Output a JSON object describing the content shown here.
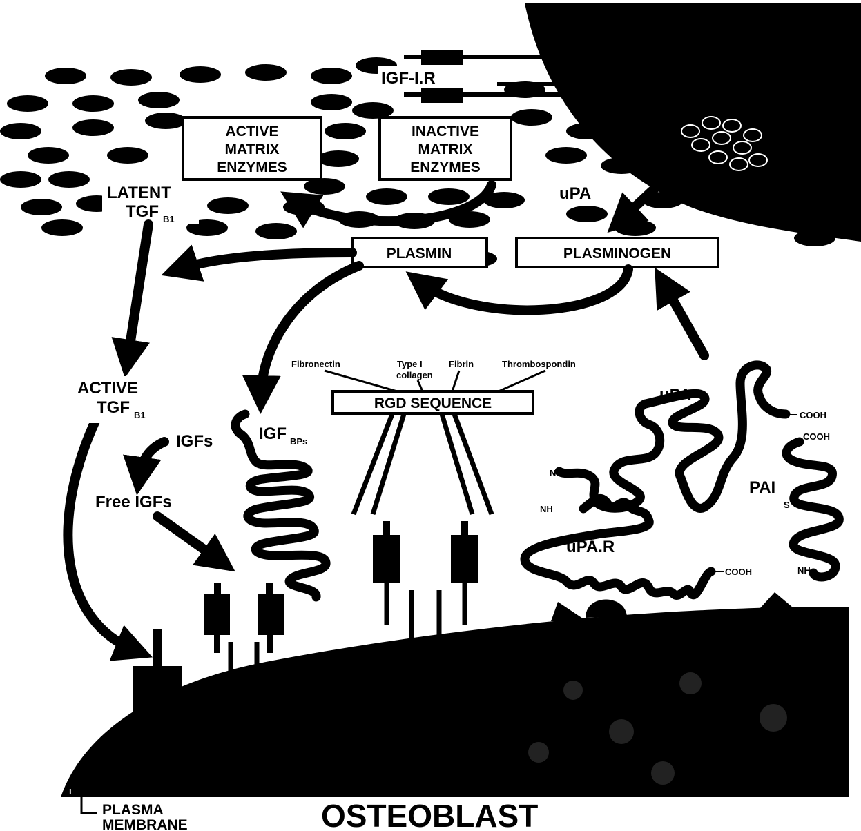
{
  "labels": {
    "igf1r": "IGF-I.R",
    "active_matrix_enzymes": [
      "ACTIVE",
      "MATRIX",
      "ENZYMES"
    ],
    "inactive_matrix_enzymes": [
      "INACTIVE",
      "MATRIX",
      "ENZYMES"
    ],
    "latent_tgf": "LATENT",
    "latent_tgf_name": "TGF",
    "latent_tgf_sub": "B1",
    "upa_top": "uPA",
    "plasmin": "PLASMIN",
    "plasminogen": "PLASMINOGEN",
    "active_tgf": "ACTIVE",
    "active_tgf_name": "TGF",
    "active_tgf_sub": "B1",
    "fibronectin": "Fibronectin",
    "type1_collagen_a": "Type I",
    "type1_collagen_b": "collagen",
    "fibrin": "Fibrin",
    "thrombospondin": "Thrombospondin",
    "rgd_sequence": "RGD SEQUENCE",
    "upa_right": "uPA",
    "cooh_upa": "COOH",
    "cooh_pai": "COOH",
    "igfs": "IGFs",
    "igfbps": "IGF",
    "igfbps_sub": "BPs",
    "free_igfs": "Free IGFs",
    "nh2_a": "NH",
    "nh2_b": "NH",
    "pais": "PAI",
    "pais_sub": "S",
    "upar": "uPA.R",
    "cooh_upar": "COOH",
    "nh2_pai": "NH",
    "plasma_membrane_a": "PLASMA",
    "plasma_membrane_b": "MEMBRANE",
    "osteoblast": "OSTEOBLAST"
  },
  "colors": {
    "ink": "#000000",
    "paper": "#ffffff"
  }
}
